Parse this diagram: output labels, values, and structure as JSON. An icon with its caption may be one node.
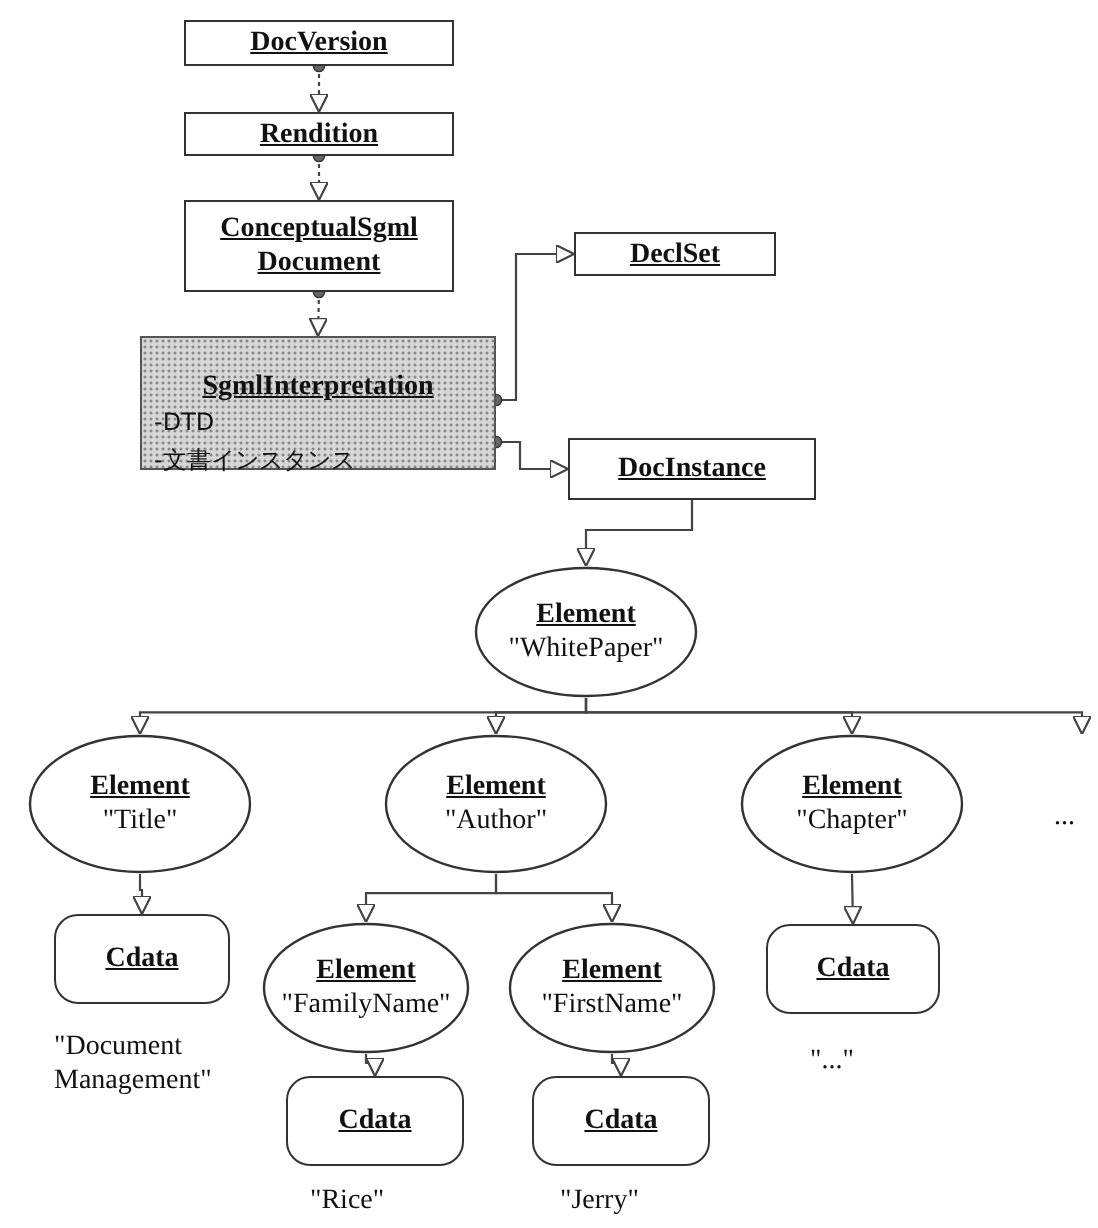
{
  "diagram": {
    "nodes": [
      {
        "text": [
          "DocVersion"
        ]
      },
      {
        "text": [
          "Rendition"
        ]
      },
      {
        "text": [
          "ConceptualSgml Document"
        ]
      },
      {
        "text": [
          "SgmlInterpretation",
          "-DTD",
          "-文書インスタンス"
        ]
      },
      {
        "text": [
          "DeclSet"
        ]
      },
      {
        "text": [
          "DocInstance"
        ]
      },
      {
        "text": [
          "Element",
          "\"WhitePaper\""
        ]
      },
      {
        "text": [
          "Element",
          "\"Title\""
        ]
      },
      {
        "text": [
          "Element",
          "\"Author\""
        ]
      },
      {
        "text": [
          "Element",
          "\"Chapter\""
        ]
      },
      {
        "text": [
          "Cdata"
        ],
        "beside": [
          "\"Document Management\""
        ]
      },
      {
        "text": [
          "Element",
          "\"FamilyName\""
        ]
      },
      {
        "text": [
          "Element",
          "\"FirstName\""
        ]
      },
      {
        "text": [
          "Cdata"
        ],
        "beside": [
          "\"...\""
        ]
      },
      {
        "text": [
          "Cdata"
        ],
        "beside": [
          "\"Rice\""
        ]
      },
      {
        "text": [
          "Cdata"
        ],
        "beside": [
          "\"Jerry\""
        ]
      }
    ],
    "edges": [
      {
        "from": 0,
        "to": 1,
        "arrow": "to",
        "style": "dashed"
      },
      {
        "from": 1,
        "to": 2,
        "arrow": "to",
        "style": "dashed"
      },
      {
        "from": 2,
        "to": 3,
        "arrow": "to",
        "style": "dashed"
      },
      {
        "from": 3,
        "to": 4,
        "arrow": "to"
      },
      {
        "from": 3,
        "to": 5,
        "arrow": "to"
      },
      {
        "from": 5,
        "to": 6,
        "arrow": "to"
      },
      {
        "from": 6,
        "to": 7,
        "arrow": "to"
      },
      {
        "from": 6,
        "to": 8,
        "arrow": "to"
      },
      {
        "from": 6,
        "to": 9,
        "arrow": "to"
      },
      {
        "from": 6,
        "to": null,
        "arrow": "to"
      },
      {
        "from": 7,
        "to": 10,
        "arrow": "to"
      },
      {
        "from": 8,
        "to": 11,
        "arrow": "to"
      },
      {
        "from": 8,
        "to": 12,
        "arrow": "to"
      },
      {
        "from": 9,
        "to": 13,
        "arrow": "to"
      },
      {
        "from": 11,
        "to": 14,
        "arrow": "to"
      },
      {
        "from": 12,
        "to": 15,
        "arrow": "to"
      }
    ],
    "labels": [
      "..."
    ]
  }
}
